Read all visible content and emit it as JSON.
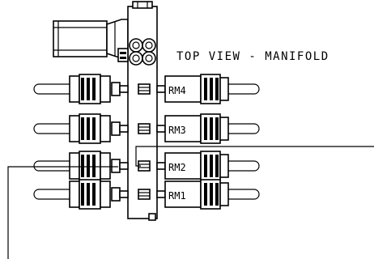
{
  "title": "TOP VIEW - MANIFOLD",
  "valves": [
    {
      "label": "RM4"
    },
    {
      "label": "RM3"
    },
    {
      "label": "RM2"
    },
    {
      "label": "RM1"
    }
  ]
}
